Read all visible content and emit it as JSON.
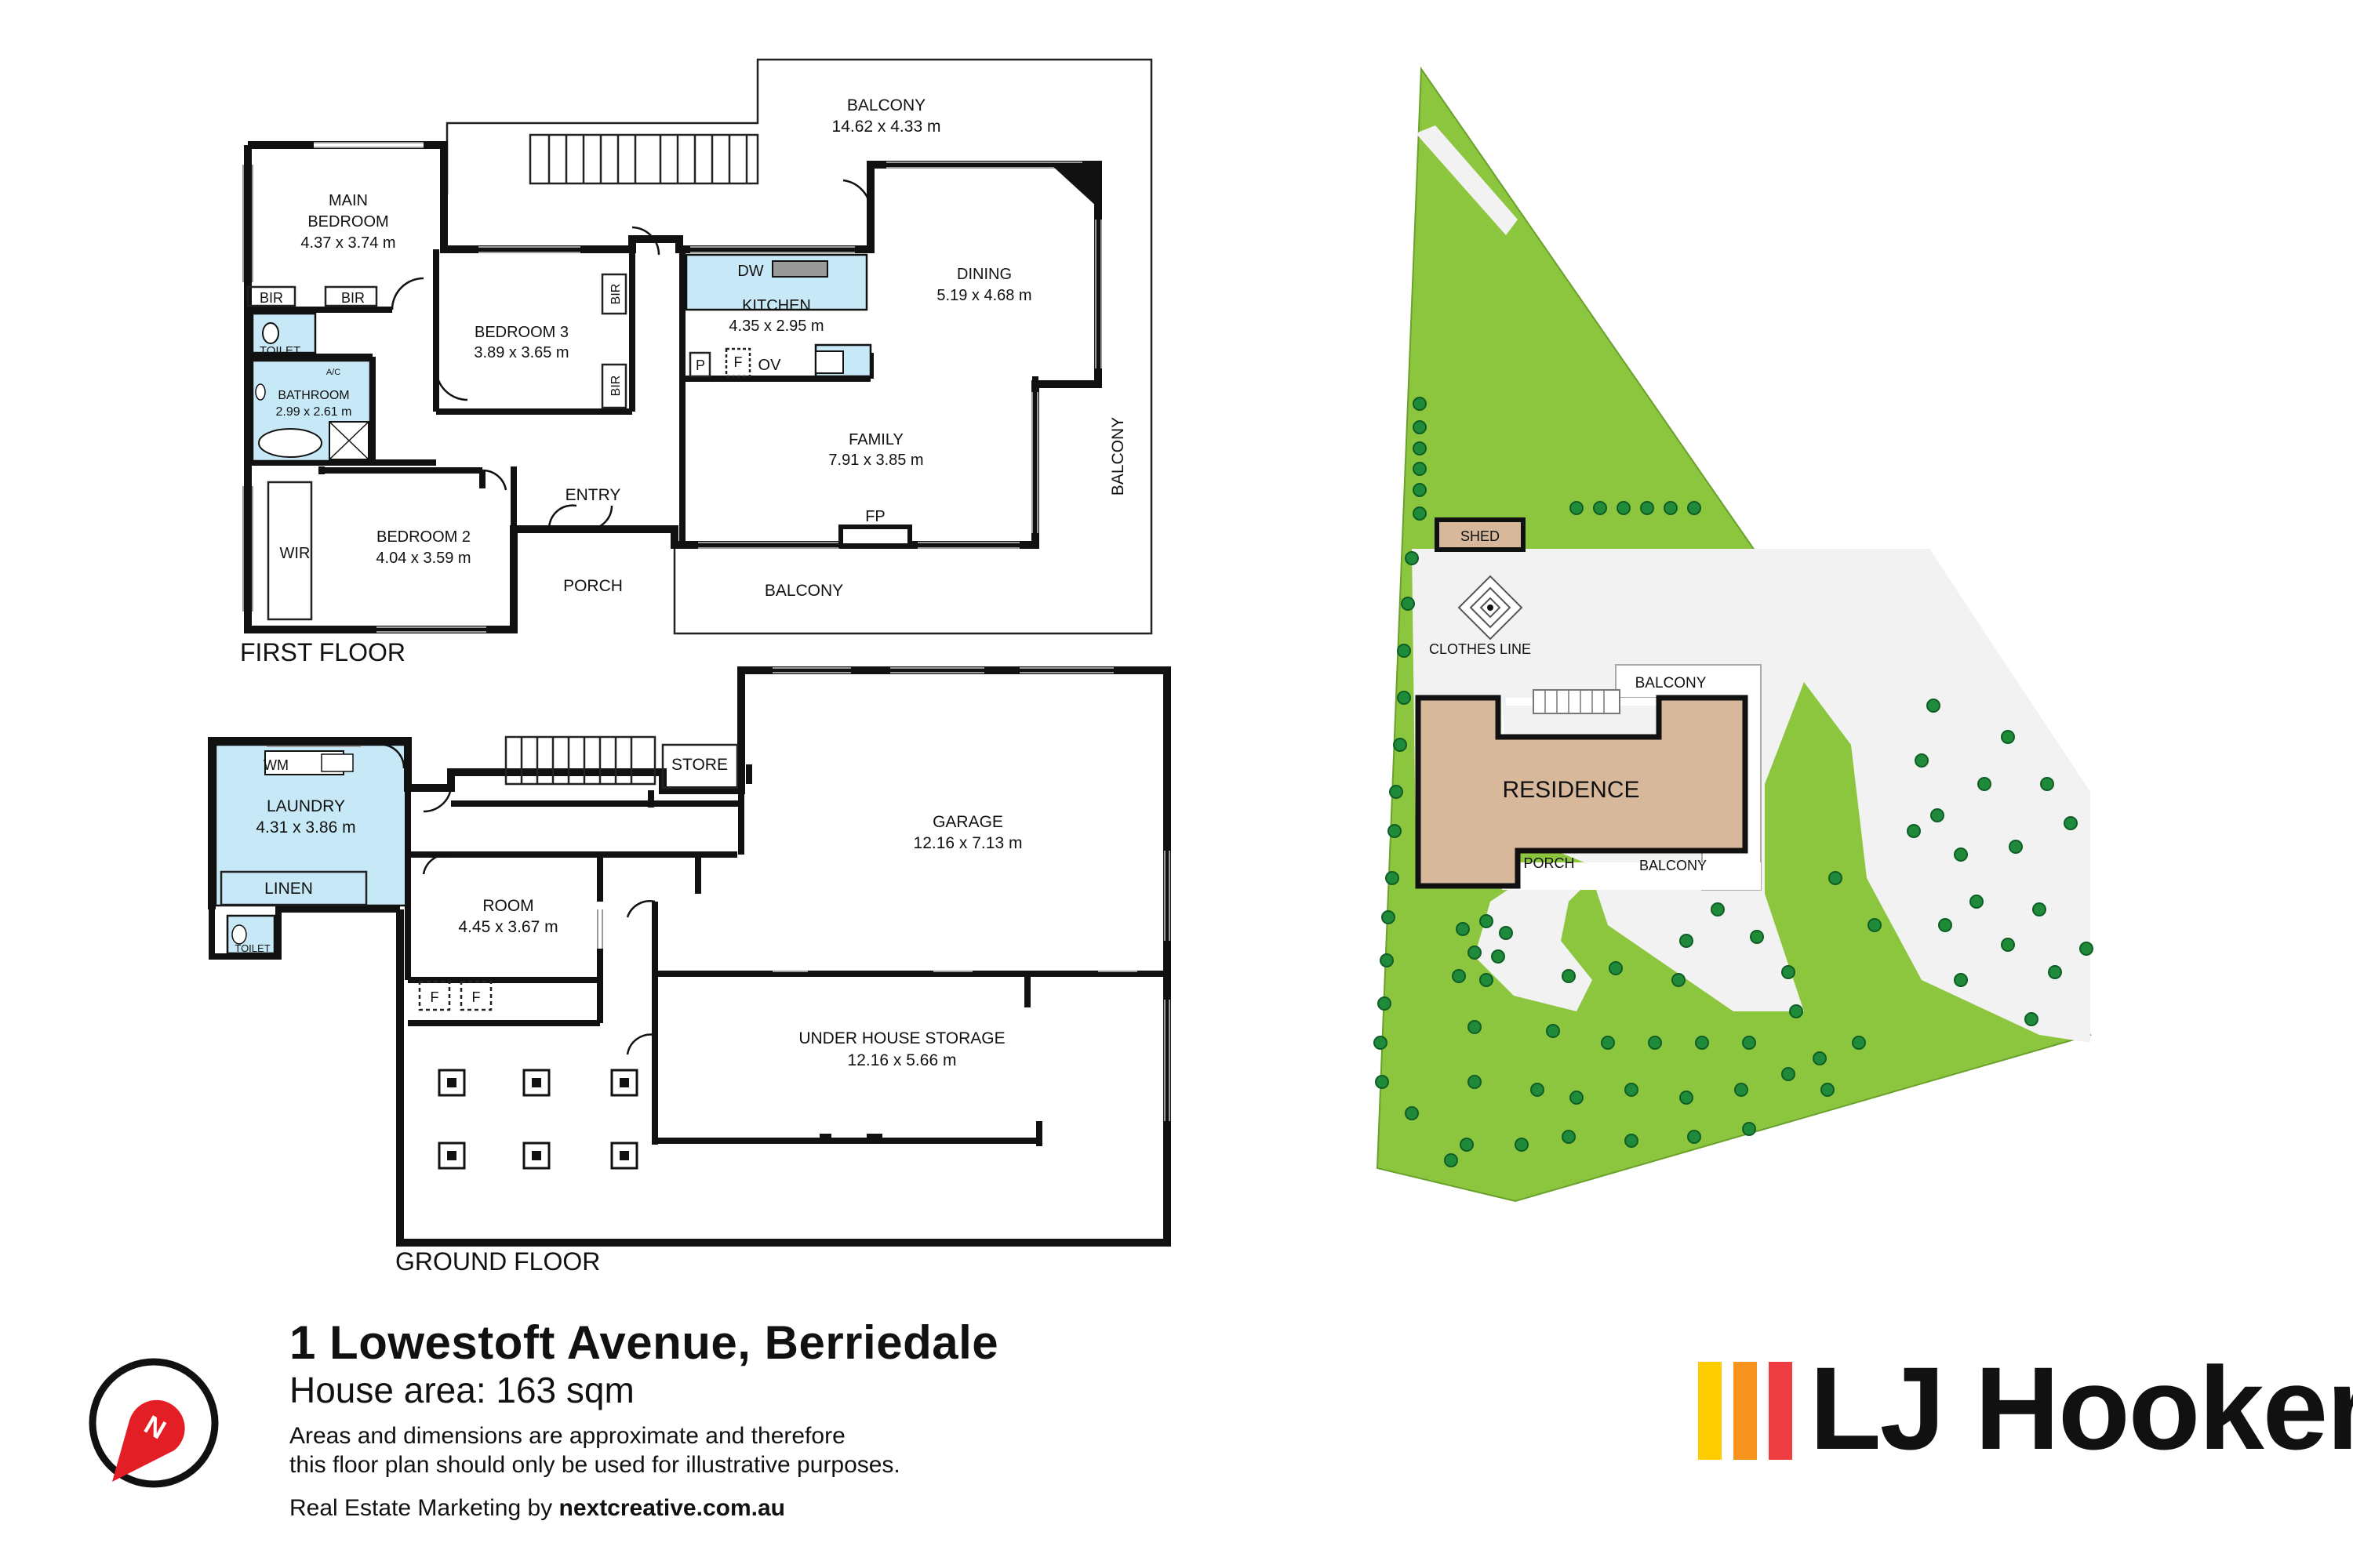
{
  "first_floor": {
    "title": "FIRST FLOOR",
    "rooms": {
      "balcony_top": {
        "name": "BALCONY",
        "dims": "14.62 x 4.33 m"
      },
      "main_bedroom": {
        "name1": "MAIN",
        "name2": "BEDROOM",
        "dims": "4.37 x 3.74 m"
      },
      "bedroom3": {
        "name": "BEDROOM 3",
        "dims": "3.89 x 3.65 m"
      },
      "kitchen": {
        "name": "KITCHEN",
        "dims": "4.35 x 2.95 m"
      },
      "dining": {
        "name": "DINING",
        "dims": "5.19 x 4.68 m"
      },
      "family": {
        "name": "FAMILY",
        "dims": "7.91 x 3.85 m"
      },
      "bathroom": {
        "name": "BATHROOM",
        "dims": "2.99 x 2.61 m"
      },
      "bedroom2": {
        "name": "BEDROOM 2",
        "dims": "4.04 x 3.59 m"
      },
      "entry": {
        "name": "ENTRY"
      },
      "porch": {
        "name": "PORCH"
      },
      "balcony_bottom": {
        "name": "BALCONY"
      },
      "balcony_side": {
        "name": "BALCONY"
      }
    },
    "fixtures": {
      "bir": "BIR",
      "toilet": "TOILET",
      "ac": "A/C",
      "wir": "WIR",
      "dw": "DW",
      "p": "P",
      "f": "F",
      "ov": "OV",
      "fp": "FP"
    }
  },
  "ground_floor": {
    "title": "GROUND FLOOR",
    "rooms": {
      "laundry": {
        "name": "LAUNDRY",
        "dims": "4.31 x 3.86 m"
      },
      "garage": {
        "name": "GARAGE",
        "dims": "12.16 x 7.13 m"
      },
      "room": {
        "name": "ROOM",
        "dims": "4.45 x 3.67 m"
      },
      "storage": {
        "name": "UNDER HOUSE STORAGE",
        "dims": "12.16 x 5.66 m"
      },
      "store": {
        "name": "STORE"
      },
      "linen": {
        "name": "LINEN"
      }
    },
    "fixtures": {
      "wm": "WM",
      "toilet": "TOILET",
      "f": "F"
    }
  },
  "site_plan": {
    "shed": "SHED",
    "clothes_line": "CLOTHES LINE",
    "balcony_top": "BALCONY",
    "residence": "RESIDENCE",
    "porch": "PORCH",
    "balcony_bottom": "BALCONY"
  },
  "footer": {
    "address": "1 Lowestoft Avenue, Berriedale",
    "house_area": "House area: 163 sqm",
    "disclaimer_line1": "Areas and dimensions are approximate and therefore",
    "disclaimer_line2": "this floor plan should only be used for illustrative purposes.",
    "marketing_prefix": "Real Estate Marketing by ",
    "marketing_site": "nextcreative.com.au",
    "compass_letter": "N"
  },
  "brand": {
    "name": "LJ Hooker",
    "bar_colors": [
      "#ffcc00",
      "#f7941d",
      "#ef3e42"
    ]
  },
  "colors": {
    "lawn": "#8cc63f",
    "lawn_edge": "#6aa02c",
    "tree": "#1f8a3a",
    "residence": "#d8b89a",
    "wet_area": "#c7e9f7",
    "compass": "#e31e24",
    "path": "#f2f2f2"
  }
}
